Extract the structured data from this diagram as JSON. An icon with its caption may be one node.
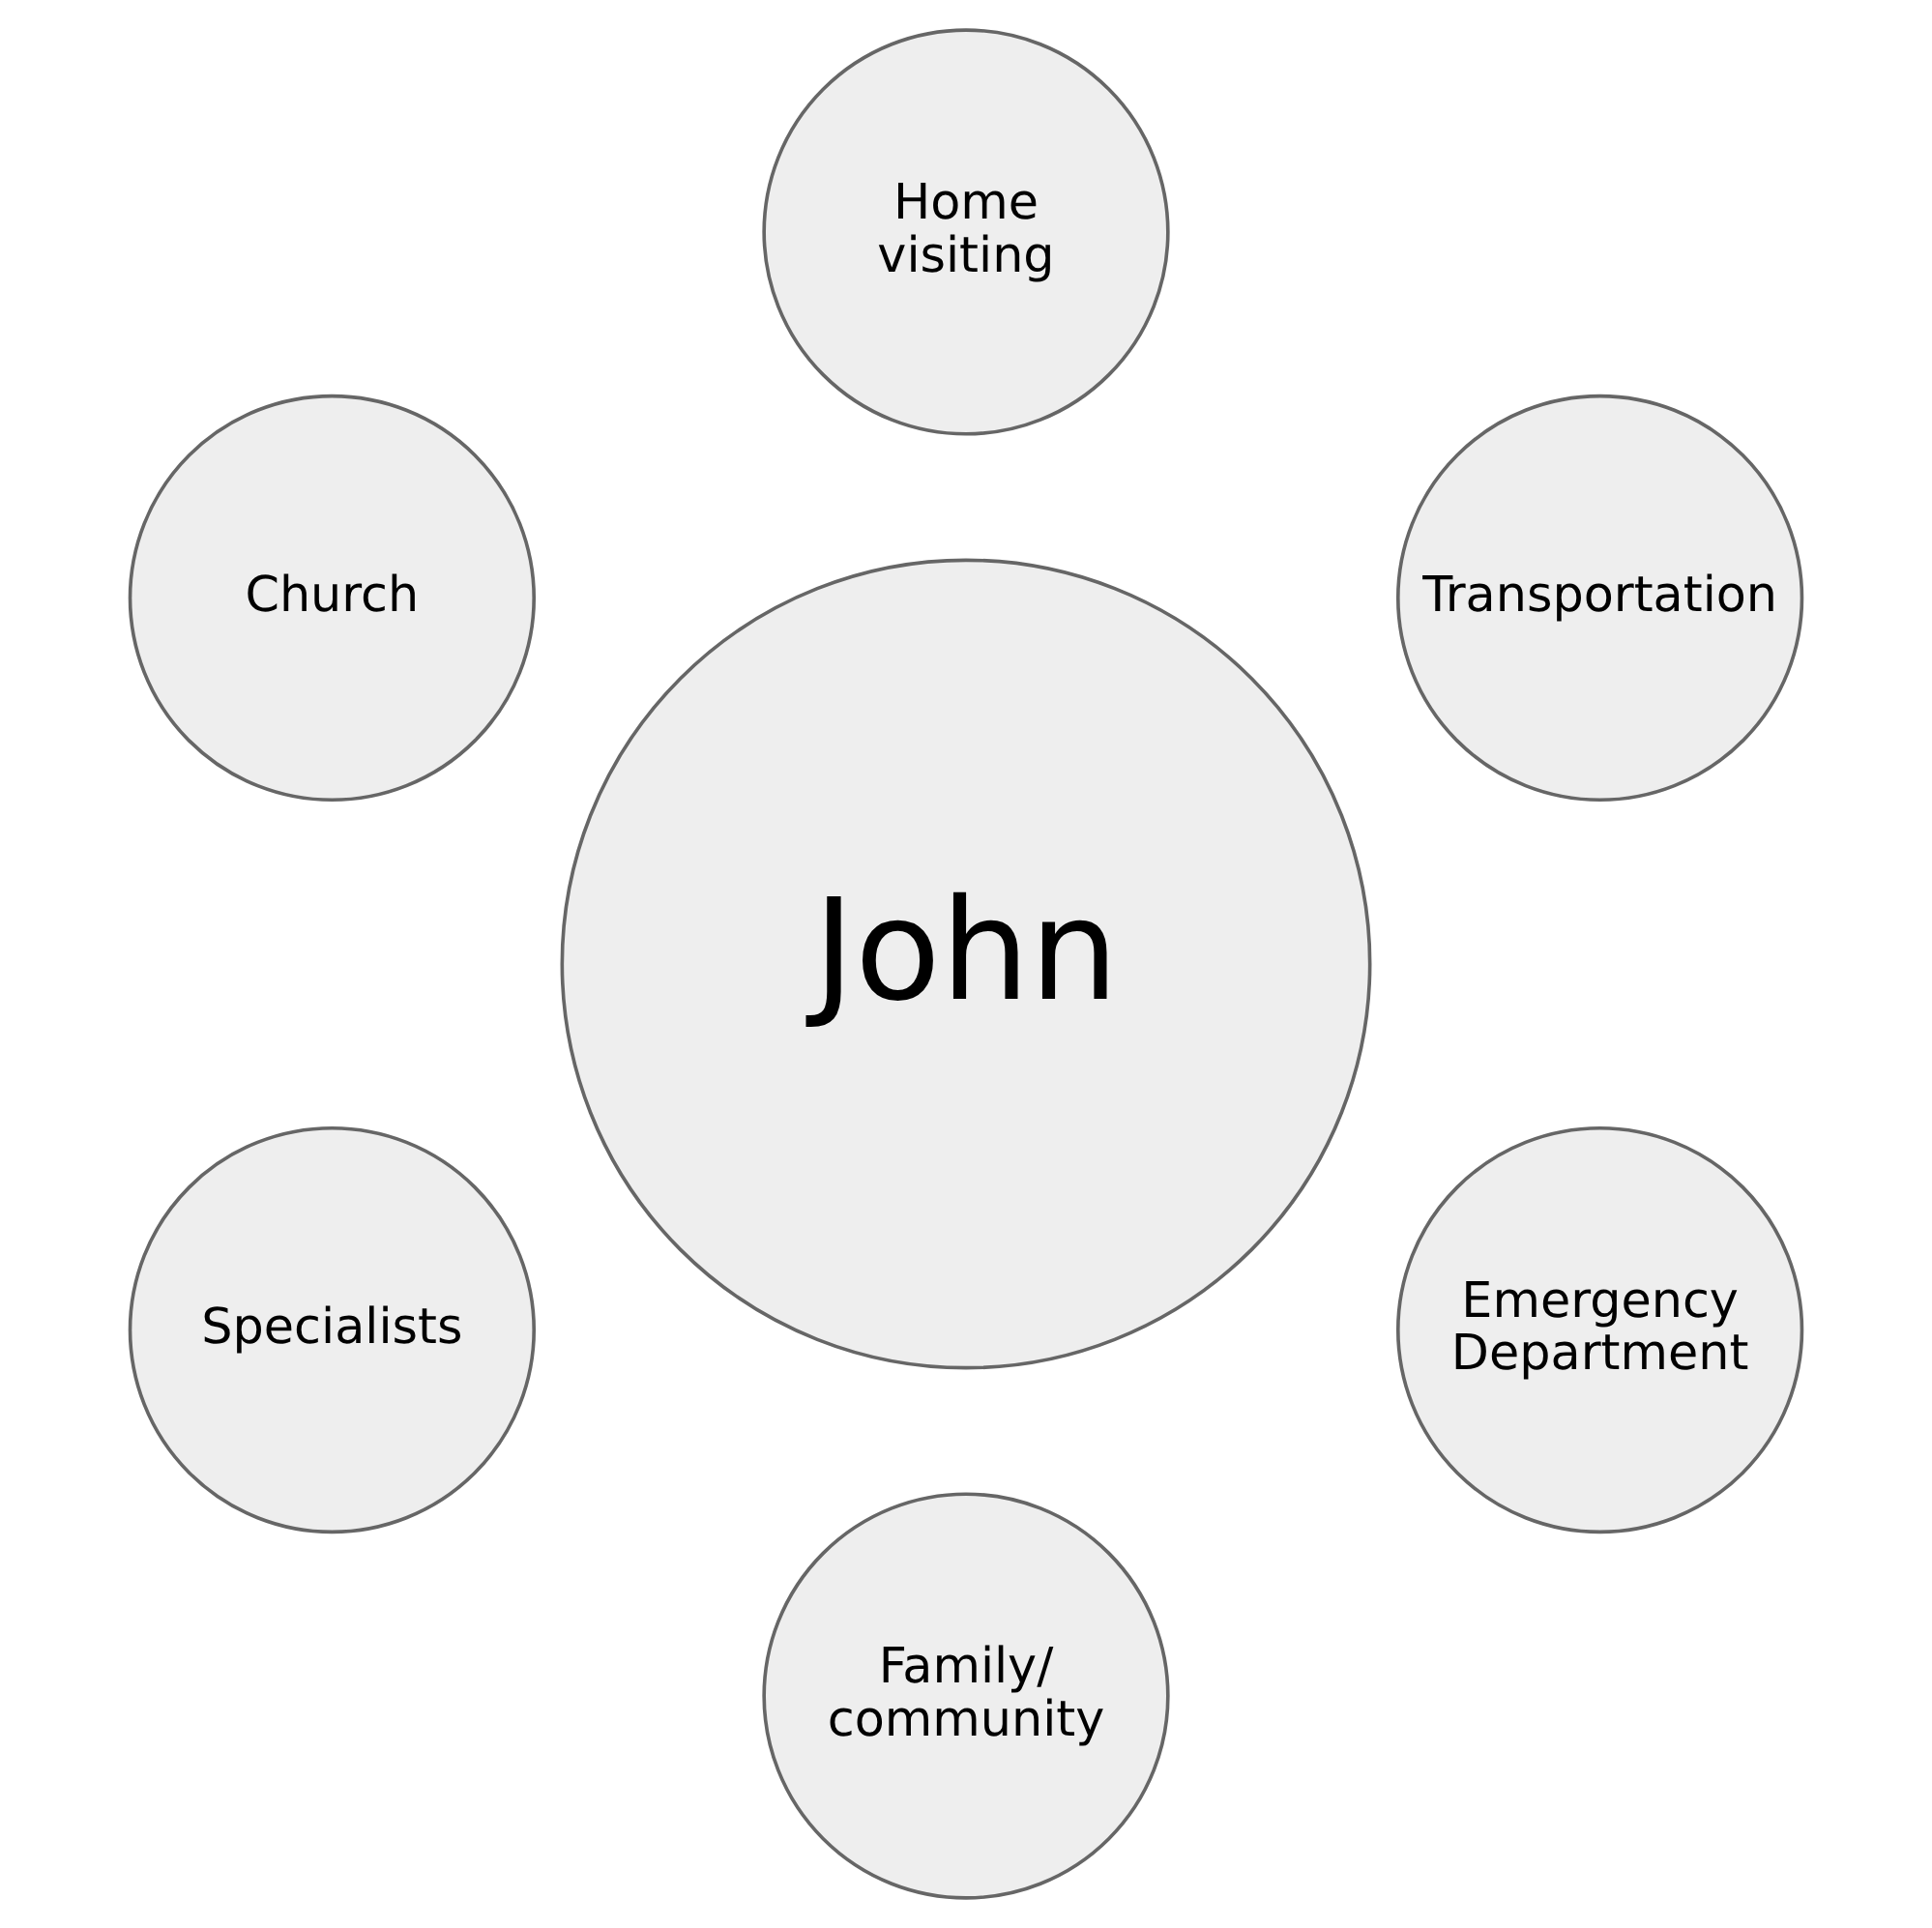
{
  "diagram": {
    "nodes": [
      {
        "text": [
          "Transportation"
        ]
      },
      {
        "text": [
          "Home visiting"
        ]
      },
      {
        "text": [
          "Church"
        ]
      },
      {
        "text": [
          "John"
        ]
      },
      {
        "text": [
          "Specialists"
        ]
      },
      {
        "text": [
          "Family/ community"
        ]
      },
      {
        "text": [
          "Emergency Department"
        ]
      }
    ]
  }
}
